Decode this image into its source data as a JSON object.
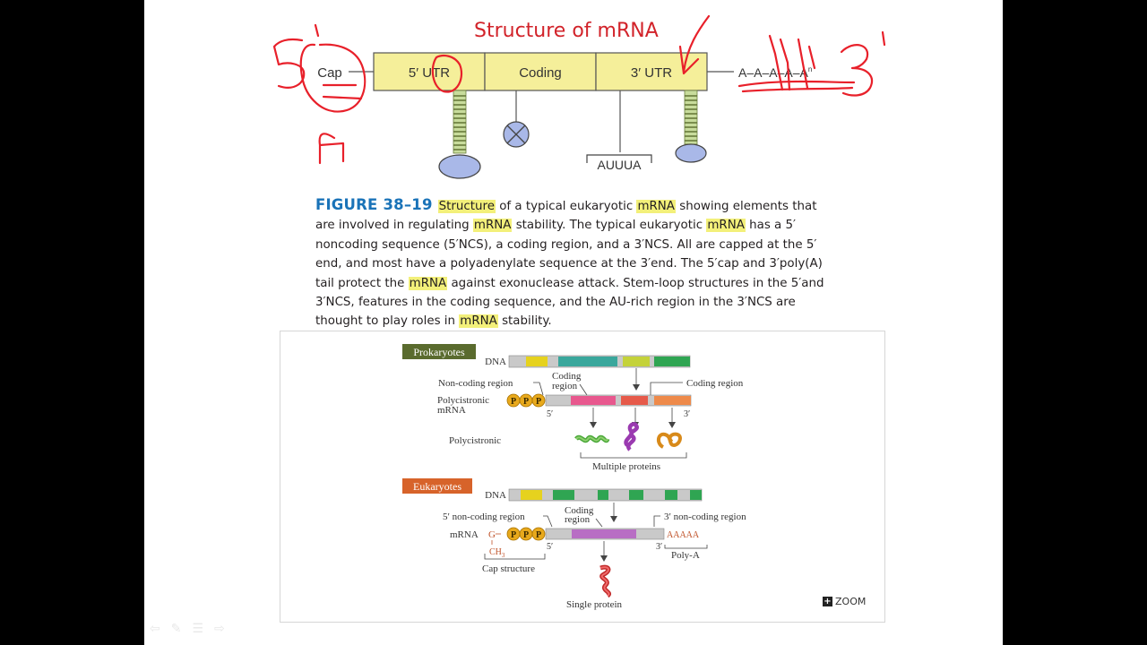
{
  "slide_title": "Structure of mRNA",
  "mrna_diagram": {
    "cap_label": "Cap",
    "utr5_label": "5′ UTR",
    "coding_label": "Coding",
    "utr3_label": "3′ UTR",
    "poly_a_label": "A–A–A–A–A",
    "poly_a_sup": "n",
    "auuua_label": "AUUUA"
  },
  "handwriting": {
    "five_prime": "5′",
    "three_prime": "3′",
    "g_glyph": "G"
  },
  "caption": {
    "figure_label": "FIGURE 38–19",
    "segments": [
      {
        "text": "Structure",
        "hl": true
      },
      {
        "text": " of a typical eukaryotic ",
        "hl": false
      },
      {
        "text": "mRNA",
        "hl": true
      },
      {
        "text": " showing elements that are involved in regulating ",
        "hl": false
      },
      {
        "text": "mRNA",
        "hl": true
      },
      {
        "text": " stability. The typical eukaryotic ",
        "hl": false
      },
      {
        "text": "mRNA",
        "hl": true
      },
      {
        "text": " has a 5′ noncoding sequence (5′NCS), a coding region, and a 3′NCS. All are capped at the 5′ end, and most have a polyadenylate sequence at the 3′end. The 5′cap and 3′poly(A) tail protect the ",
        "hl": false
      },
      {
        "text": "mRNA",
        "hl": true
      },
      {
        "text": " against exonuclease attack. Stem-loop structures in the 5′and 3′NCS, features in the coding sequence, and the AU-rich region in the 3′NCS are thought to play roles in ",
        "hl": false
      },
      {
        "text": "mRNA",
        "hl": true
      },
      {
        "text": " stability.",
        "hl": false
      }
    ]
  },
  "lower_figure": {
    "prokaryotes": {
      "badge": "Prokaryotes",
      "badge_color": "#5a6b2e",
      "dna_label": "DNA",
      "noncoding_label": "Non-coding region",
      "coding_label_1": "Coding",
      "coding_label_2": "region",
      "coding_right_label": "Coding region",
      "polycistronic_mrna_1": "Polycistronic",
      "polycistronic_mrna_2": "mRNA",
      "ppp": [
        "P",
        "P",
        "P"
      ],
      "five_label": "5′",
      "three_label": "3′",
      "polycistronic_label": "Polycistronic",
      "multiple_proteins": "Multiple proteins"
    },
    "eukaryotes": {
      "badge": "Eukaryotes",
      "badge_color": "#d7632a",
      "dna_label": "DNA",
      "noncoding5_label": "5′ non-coding region",
      "coding_label_1": "Coding",
      "coding_label_2": "region",
      "noncoding3_label": "3′ non-coding region",
      "mrna_label": "mRNA",
      "g_label": "G",
      "ch3_label": "CH",
      "ch3_sub": "3",
      "ppp": [
        "P",
        "P",
        "P"
      ],
      "five_label": "5′",
      "three_label": "3′",
      "aaaaa": "AAAAA",
      "cap_structure": "Cap structure",
      "poly_a": "Poly-A",
      "single_protein": "Single protein"
    }
  },
  "zoom_label": "ZOOM",
  "colors": {
    "title_red": "#d2232a",
    "figure_blue": "#1a73b8",
    "highlight": "#f3f07a",
    "pen_red": "#e8202a",
    "box_fill": "#f5ef9a",
    "loop_fill": "#a9b8e8",
    "stem_green": "#c8dc9c"
  }
}
